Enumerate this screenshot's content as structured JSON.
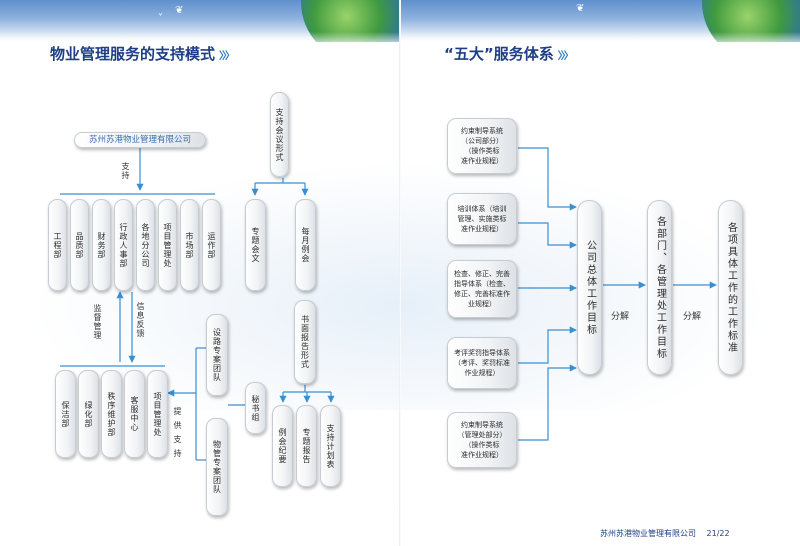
{
  "left": {
    "title": "物业管理服务的支持模式",
    "company": "苏州苏港物业管理有限公司",
    "meeting_form": "支持会议形式",
    "support": "支持",
    "departments": [
      "工程部",
      "品质部",
      "财务部",
      "行政人事部",
      "各地分公司",
      "项目管理处",
      "市场部",
      "运作部"
    ],
    "meetings": [
      "专题会文",
      "每月例会"
    ],
    "feedback": "信息反馈",
    "supervision": "监督管理",
    "written_report": "书面报告形式",
    "reports": [
      "例会纪要",
      "专题报告",
      "支持计划表"
    ],
    "teams": {
      "setup": "设路专案团队",
      "secretary": "秘书组",
      "property": "物管专案团队"
    },
    "provide_support": "提供支持",
    "project_office": "项目管理处",
    "functions": [
      "保洁部",
      "绿化部",
      "秩序维护部",
      "客服中心"
    ]
  },
  "right": {
    "title": "“五大”服务体系",
    "systems": [
      "约束制导系统（公司部分）（操作类标准作业规程）",
      "培训体系（培训管理、实施类标准作业规程）",
      "检查、修正、完善指导体系（检查、修正、完善标准作业规程）",
      "考评奖罚指导体系（考评、奖罚标准作业规程）",
      "约束制导系统（管理处部分）（操作类标准作业规程）"
    ],
    "system_lines": [
      [
        "约束制导系统",
        "（公司部分）",
        "（操作类标",
        "准作业规程）"
      ],
      [
        "培训体系（培训",
        "管理、实施类标",
        "准作业规程）"
      ],
      [
        "检查、修正、完善",
        "指导体系（检查、",
        "修正、完善标准作",
        "业规程）"
      ],
      [
        "考评奖罚指导体系",
        "（考评、奖罚标准",
        "作业规程）"
      ],
      [
        "约束制导系统",
        "（管理处部分）",
        "（操作类标",
        "准作业规程）"
      ]
    ],
    "goal_company": "公司总体工作目标",
    "decompose": "分解",
    "goal_depts": "各部门、各管理处工作目标",
    "goal_specific": "各项具体工作的工作标准"
  },
  "footer": {
    "company": "苏州苏港物业管理有限公司",
    "page": "21/22"
  },
  "colors": {
    "title": "#1e3f86",
    "accent": "#3b6eb0",
    "connector": "#3a8fd0"
  }
}
